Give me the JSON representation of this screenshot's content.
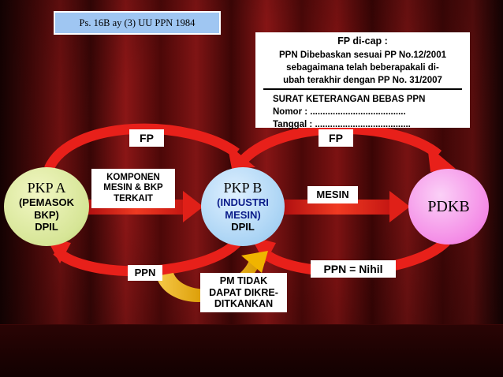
{
  "reference": "Ps. 16B ay (3) UU PPN 1984",
  "note": {
    "heading": "FP di-cap :",
    "line1": "PPN Dibebaskan sesuai PP No.12/2001",
    "line2": "sebagaimana telah beberapakali di-",
    "line3": "ubah terakhir dengan PP No. 31/2007",
    "line4": "SURAT KETERANGAN BEBAS PPN",
    "line5": "Nomor   : ......................................",
    "line6": "Tanggal : ......................................"
  },
  "nodes": {
    "a": {
      "title": "PKP A",
      "line1": "(PEMASOK",
      "line2": "BKP)",
      "line3": "DPIL"
    },
    "b": {
      "title": "PKP B",
      "line1": "(INDUSTRI",
      "line2": "MESIN)",
      "line3": "DPIL"
    },
    "c": {
      "title": "PDKB"
    }
  },
  "labels": {
    "fp_left": "FP",
    "fp_right": "FP",
    "komponen_1": "KOMPONEN",
    "komponen_2": "MESIN & BKP",
    "komponen_3": "TERKAIT",
    "mesin": "MESIN",
    "ppn": "PPN",
    "ppn_nihil": "PPN = Nihil",
    "pm_1": "PM TIDAK",
    "pm_2": "DAPAT DIKRE-",
    "pm_3": "DITKANKAN"
  },
  "colors": {
    "arrow_red": "#e8201a",
    "arrow_yellow": "#f0b400",
    "curtain": "#7a1212"
  }
}
